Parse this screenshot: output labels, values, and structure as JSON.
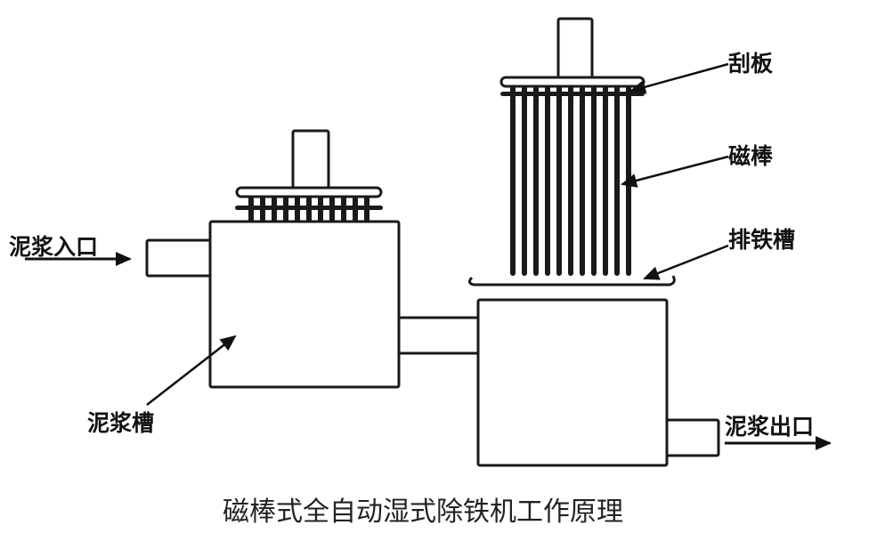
{
  "diagram": {
    "title": "磁棒式全自动湿式除铁机工作原理",
    "labels": {
      "slurry_inlet": "泥浆入口",
      "slurry_tank": "泥浆槽",
      "scraper": "刮板",
      "magnetic_rod": "磁棒",
      "iron_discharge_trough": "排铁槽",
      "slurry_outlet": "泥浆出口"
    },
    "components": {
      "right_assembly_rod_count": 11,
      "left_assembly_rod_count": 11
    },
    "colors": {
      "line": "#1a1a1a",
      "background": "#ffffff"
    }
  }
}
